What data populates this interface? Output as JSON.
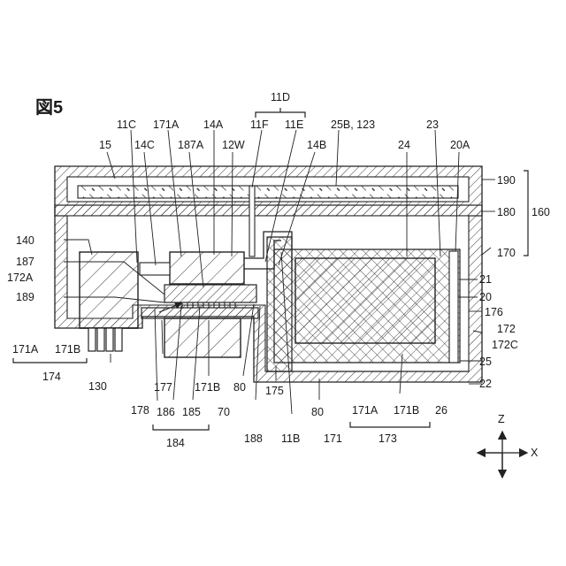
{
  "figure_title": "図5",
  "axes": {
    "z": "Z",
    "x": "X"
  },
  "labels": {
    "l_11D": "11D",
    "l_11C": "11C",
    "l_171A_top": "171A",
    "l_14A": "14A",
    "l_11F": "11F",
    "l_11E": "11E",
    "l_25B123": "25B, 123",
    "l_23": "23",
    "l_15": "15",
    "l_14C": "14C",
    "l_187A": "187A",
    "l_12W": "12W",
    "l_14B": "14B",
    "l_24": "24",
    "l_20A": "20A",
    "l_190": "190",
    "l_180": "180",
    "l_160": "160",
    "l_170": "170",
    "l_140": "140",
    "l_187": "187",
    "l_172A": "172A",
    "l_189": "189",
    "l_21": "21",
    "l_20": "20",
    "l_176": "176",
    "l_172": "172",
    "l_172C": "172C",
    "l_25": "25",
    "l_22": "22",
    "l_171A_left": "171A",
    "l_171B_left": "171B",
    "l_174": "174",
    "l_130": "130",
    "l_178": "178",
    "l_177": "177",
    "l_186": "186",
    "l_185": "185",
    "l_184": "184",
    "l_171B_mid": "171B",
    "l_80_mid": "80",
    "l_70": "70",
    "l_188": "188",
    "l_175": "175",
    "l_11B": "11B",
    "l_80_bot": "80",
    "l_171": "171",
    "l_171A_bot": "171A",
    "l_171B_bot": "171B",
    "l_173": "173",
    "l_26": "26"
  }
}
